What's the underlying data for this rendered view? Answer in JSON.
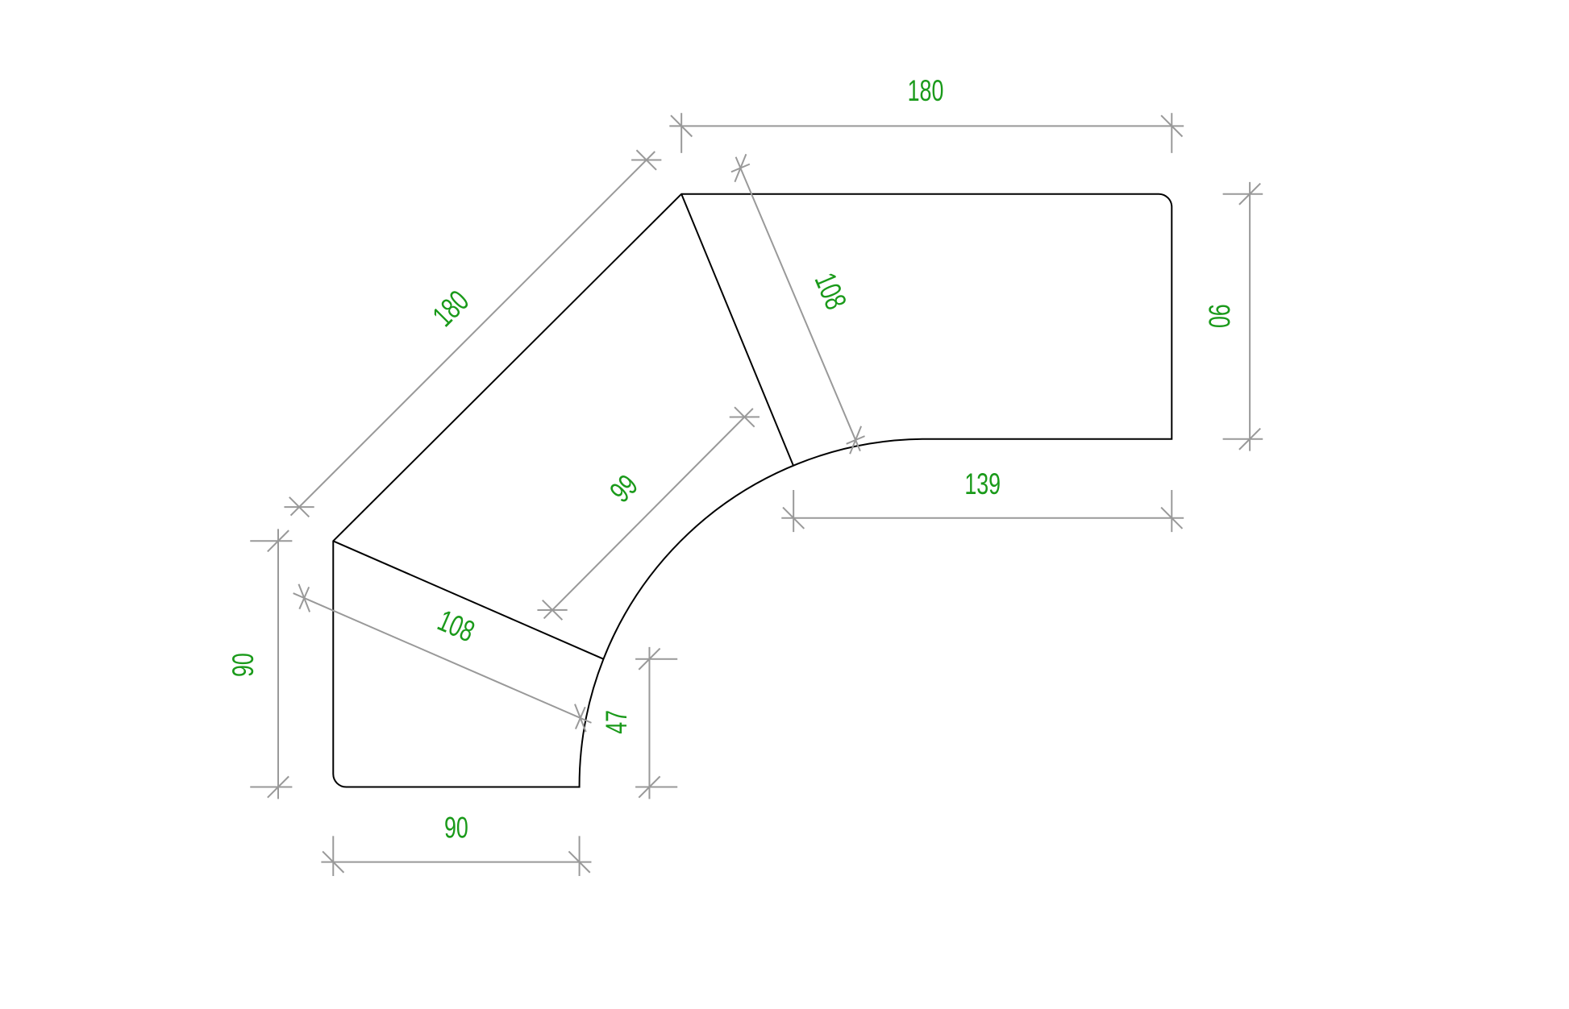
{
  "drawing": {
    "colors": {
      "outline": "#000000",
      "dimension_line": "#999999",
      "dimension_text": "#1a9a1a"
    },
    "dimensions": [
      {
        "id": "top-width",
        "label": "180"
      },
      {
        "id": "right-depth",
        "label": "90"
      },
      {
        "id": "right-inner-length",
        "label": "139"
      },
      {
        "id": "diagonal-length",
        "label": "180"
      },
      {
        "id": "upper-joint",
        "label": "108"
      },
      {
        "id": "middle-depth",
        "label": "99"
      },
      {
        "id": "lower-joint",
        "label": "108"
      },
      {
        "id": "bottom-end-height",
        "label": "47"
      },
      {
        "id": "left-depth",
        "label": "90"
      },
      {
        "id": "bottom-width",
        "label": "90"
      }
    ]
  }
}
